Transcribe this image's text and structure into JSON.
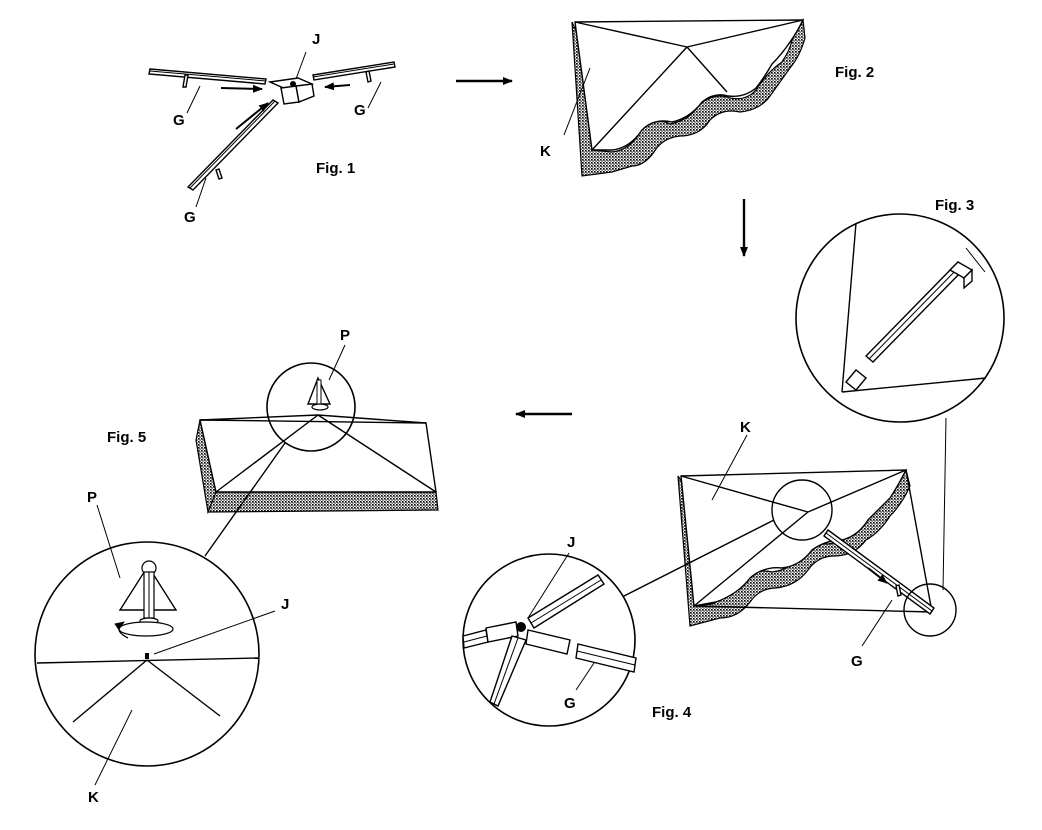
{
  "figures": {
    "fig1": "Fig. 1",
    "fig2": "Fig. 2",
    "fig3": "Fig. 3",
    "fig4": "Fig. 4",
    "fig5": "Fig. 5"
  },
  "labels": {
    "g": "G",
    "j": "J",
    "k": "K",
    "p": "P"
  },
  "colors": {
    "ink": "#000000",
    "paper": "#ffffff"
  }
}
